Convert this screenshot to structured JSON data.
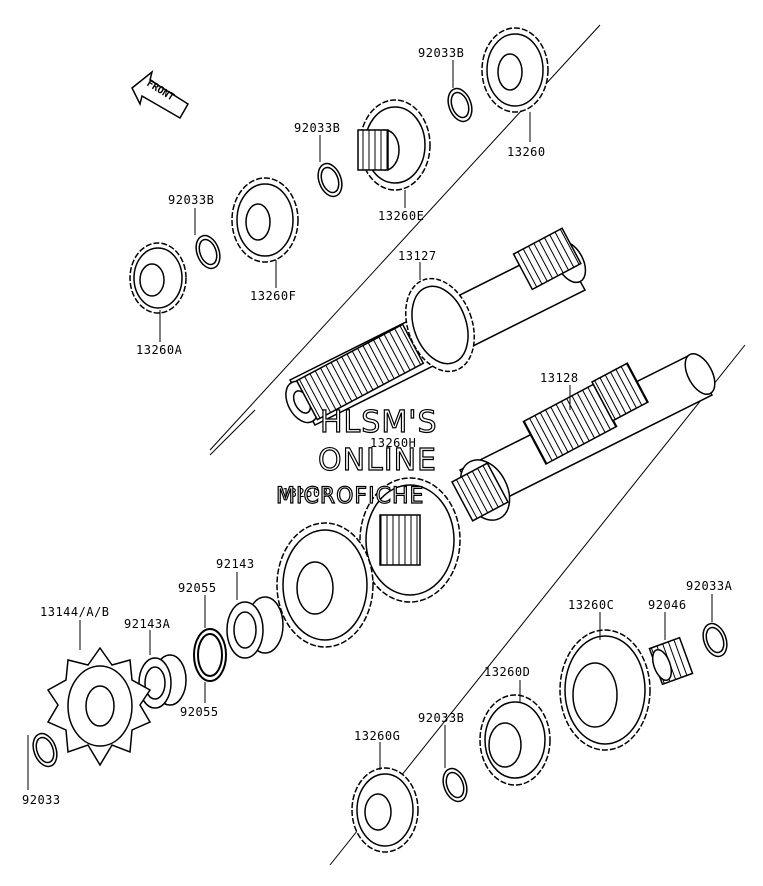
{
  "diagram": {
    "front_label": "FRONT",
    "watermark": {
      "line1": "HLSM'S",
      "line2": "ONLINE",
      "line3": "MICROFICHE"
    },
    "labels": {
      "p92033B_top": "92033B",
      "p13260": "13260",
      "p92033B_mid": "92033B",
      "p13260E": "13260E",
      "p92033B_left": "92033B",
      "p13260F": "13260F",
      "p13127": "13127",
      "p13260A": "13260A",
      "p13128": "13128",
      "p13260H": "13260H",
      "p13260B": "13260B",
      "p92143": "92143",
      "p92055_top": "92055",
      "p13144": "13144/A/B",
      "p92143A": "92143A",
      "p92055_bot": "92055",
      "p92033": "92033",
      "p13260C": "13260C",
      "p92046": "92046",
      "p92033A": "92033A",
      "p13260D": "13260D",
      "p92033B_bot": "92033B",
      "p13260G": "13260G"
    }
  }
}
